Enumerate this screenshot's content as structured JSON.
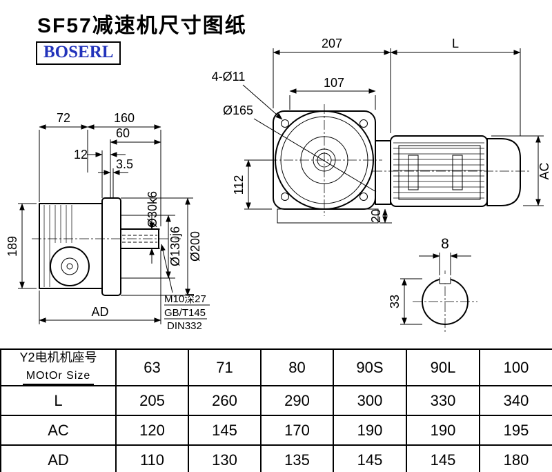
{
  "title": "SF57减速机尺寸图纸",
  "brand": "BOSERL",
  "brand_color": "#2233bb",
  "left_view": {
    "dim_72": "72",
    "dim_160": "160",
    "dim_60": "60",
    "dim_12": "12",
    "dim_3_5": "3.5",
    "dim_189": "189",
    "dim_ad": "AD",
    "dia_shaft": "Ø30k6",
    "dia_pilot": "Ø130j6",
    "dia_flange": "Ø200",
    "note_tap": "M10深27",
    "note_std1": "GB/T145",
    "note_std2": "DIN332"
  },
  "front_view": {
    "dim_207": "207",
    "dim_l": "L",
    "dim_bolts": "4-Ø11",
    "dim_107": "107",
    "dia_165": "Ø165",
    "dim_112": "112",
    "dim_ac": "AC",
    "dim_20": "20"
  },
  "shaft_section": {
    "dim_8": "8",
    "dim_33": "33"
  },
  "table": {
    "header": {
      "line1": "Y2电机机座号",
      "line2": "MOtOr Size"
    },
    "motor_sizes": [
      "63",
      "71",
      "80",
      "90S",
      "90L",
      "100"
    ],
    "rows": [
      {
        "label": "L",
        "values": [
          "205",
          "260",
          "290",
          "300",
          "330",
          "340"
        ]
      },
      {
        "label": "AC",
        "values": [
          "120",
          "145",
          "170",
          "190",
          "190",
          "195"
        ]
      },
      {
        "label": "AD",
        "values": [
          "110",
          "130",
          "135",
          "145",
          "145",
          "180"
        ]
      }
    ]
  }
}
